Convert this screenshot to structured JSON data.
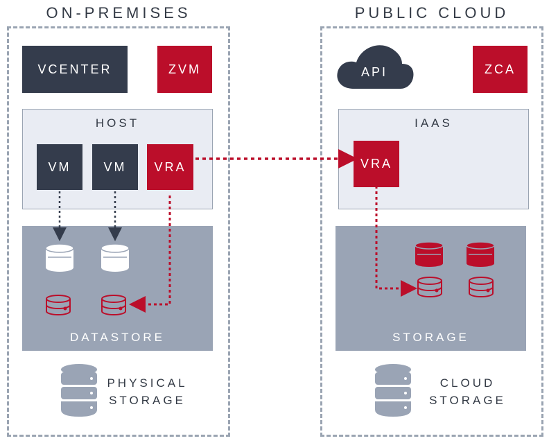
{
  "on_premises": {
    "title": "ON-PREMISES",
    "vcenter_label": "VCENTER",
    "zvm_label": "ZVM",
    "host": {
      "label": "HOST",
      "vm1_label": "VM",
      "vm2_label": "VM",
      "vra_label": "VRA"
    },
    "datastore_label": "DATASTORE",
    "physical_storage": {
      "line1": "PHYSICAL",
      "line2": "STORAGE"
    }
  },
  "public_cloud": {
    "title": "PUBLIC CLOUD",
    "api_label": "API",
    "zca_label": "ZCA",
    "iaas": {
      "label": "IAAS",
      "vra_label": "VRA"
    },
    "storage_label": "STORAGE",
    "cloud_storage": {
      "line1": "CLOUD",
      "line2": "STORAGE"
    }
  },
  "colors": {
    "dark": "#343c4c",
    "red": "#bb0e2a",
    "grey": "#9aa4b5",
    "light": "#e9ecf3"
  }
}
